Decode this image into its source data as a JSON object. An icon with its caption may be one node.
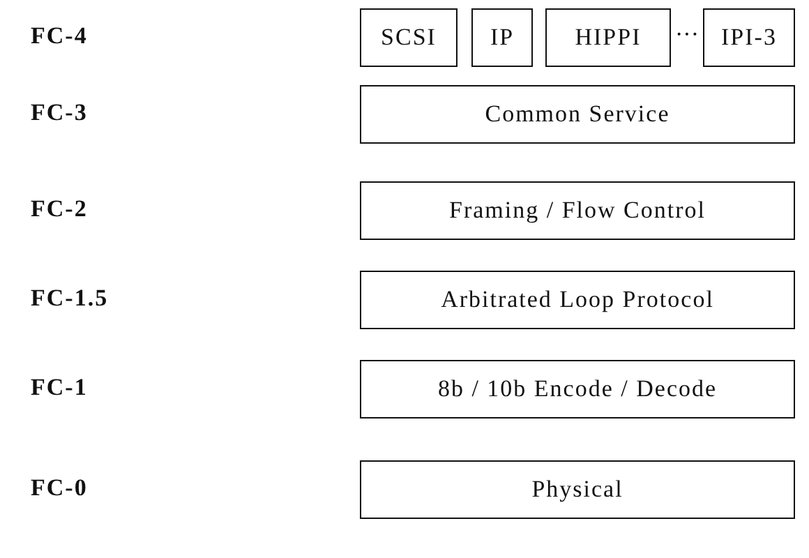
{
  "diagram": {
    "nodes": [
      {
        "text": [
          "SCSI"
        ]
      },
      {
        "text": [
          "IP"
        ]
      },
      {
        "text": [
          "HIPPI"
        ]
      },
      {
        "text": [
          "IPI-3"
        ]
      },
      {
        "text": [
          "Common Service"
        ]
      },
      {
        "text": [
          "Framing / Flow Control"
        ]
      },
      {
        "text": [
          "Arbitrated Loop Protocol"
        ]
      },
      {
        "text": [
          "8b / 10b Encode / Decode"
        ]
      },
      {
        "text": [
          "Physical"
        ]
      }
    ],
    "labels": [
      "FC-4",
      "···",
      "FC-3",
      "FC-2",
      "FC-1.5",
      "FC-1",
      "FC-0"
    ]
  }
}
